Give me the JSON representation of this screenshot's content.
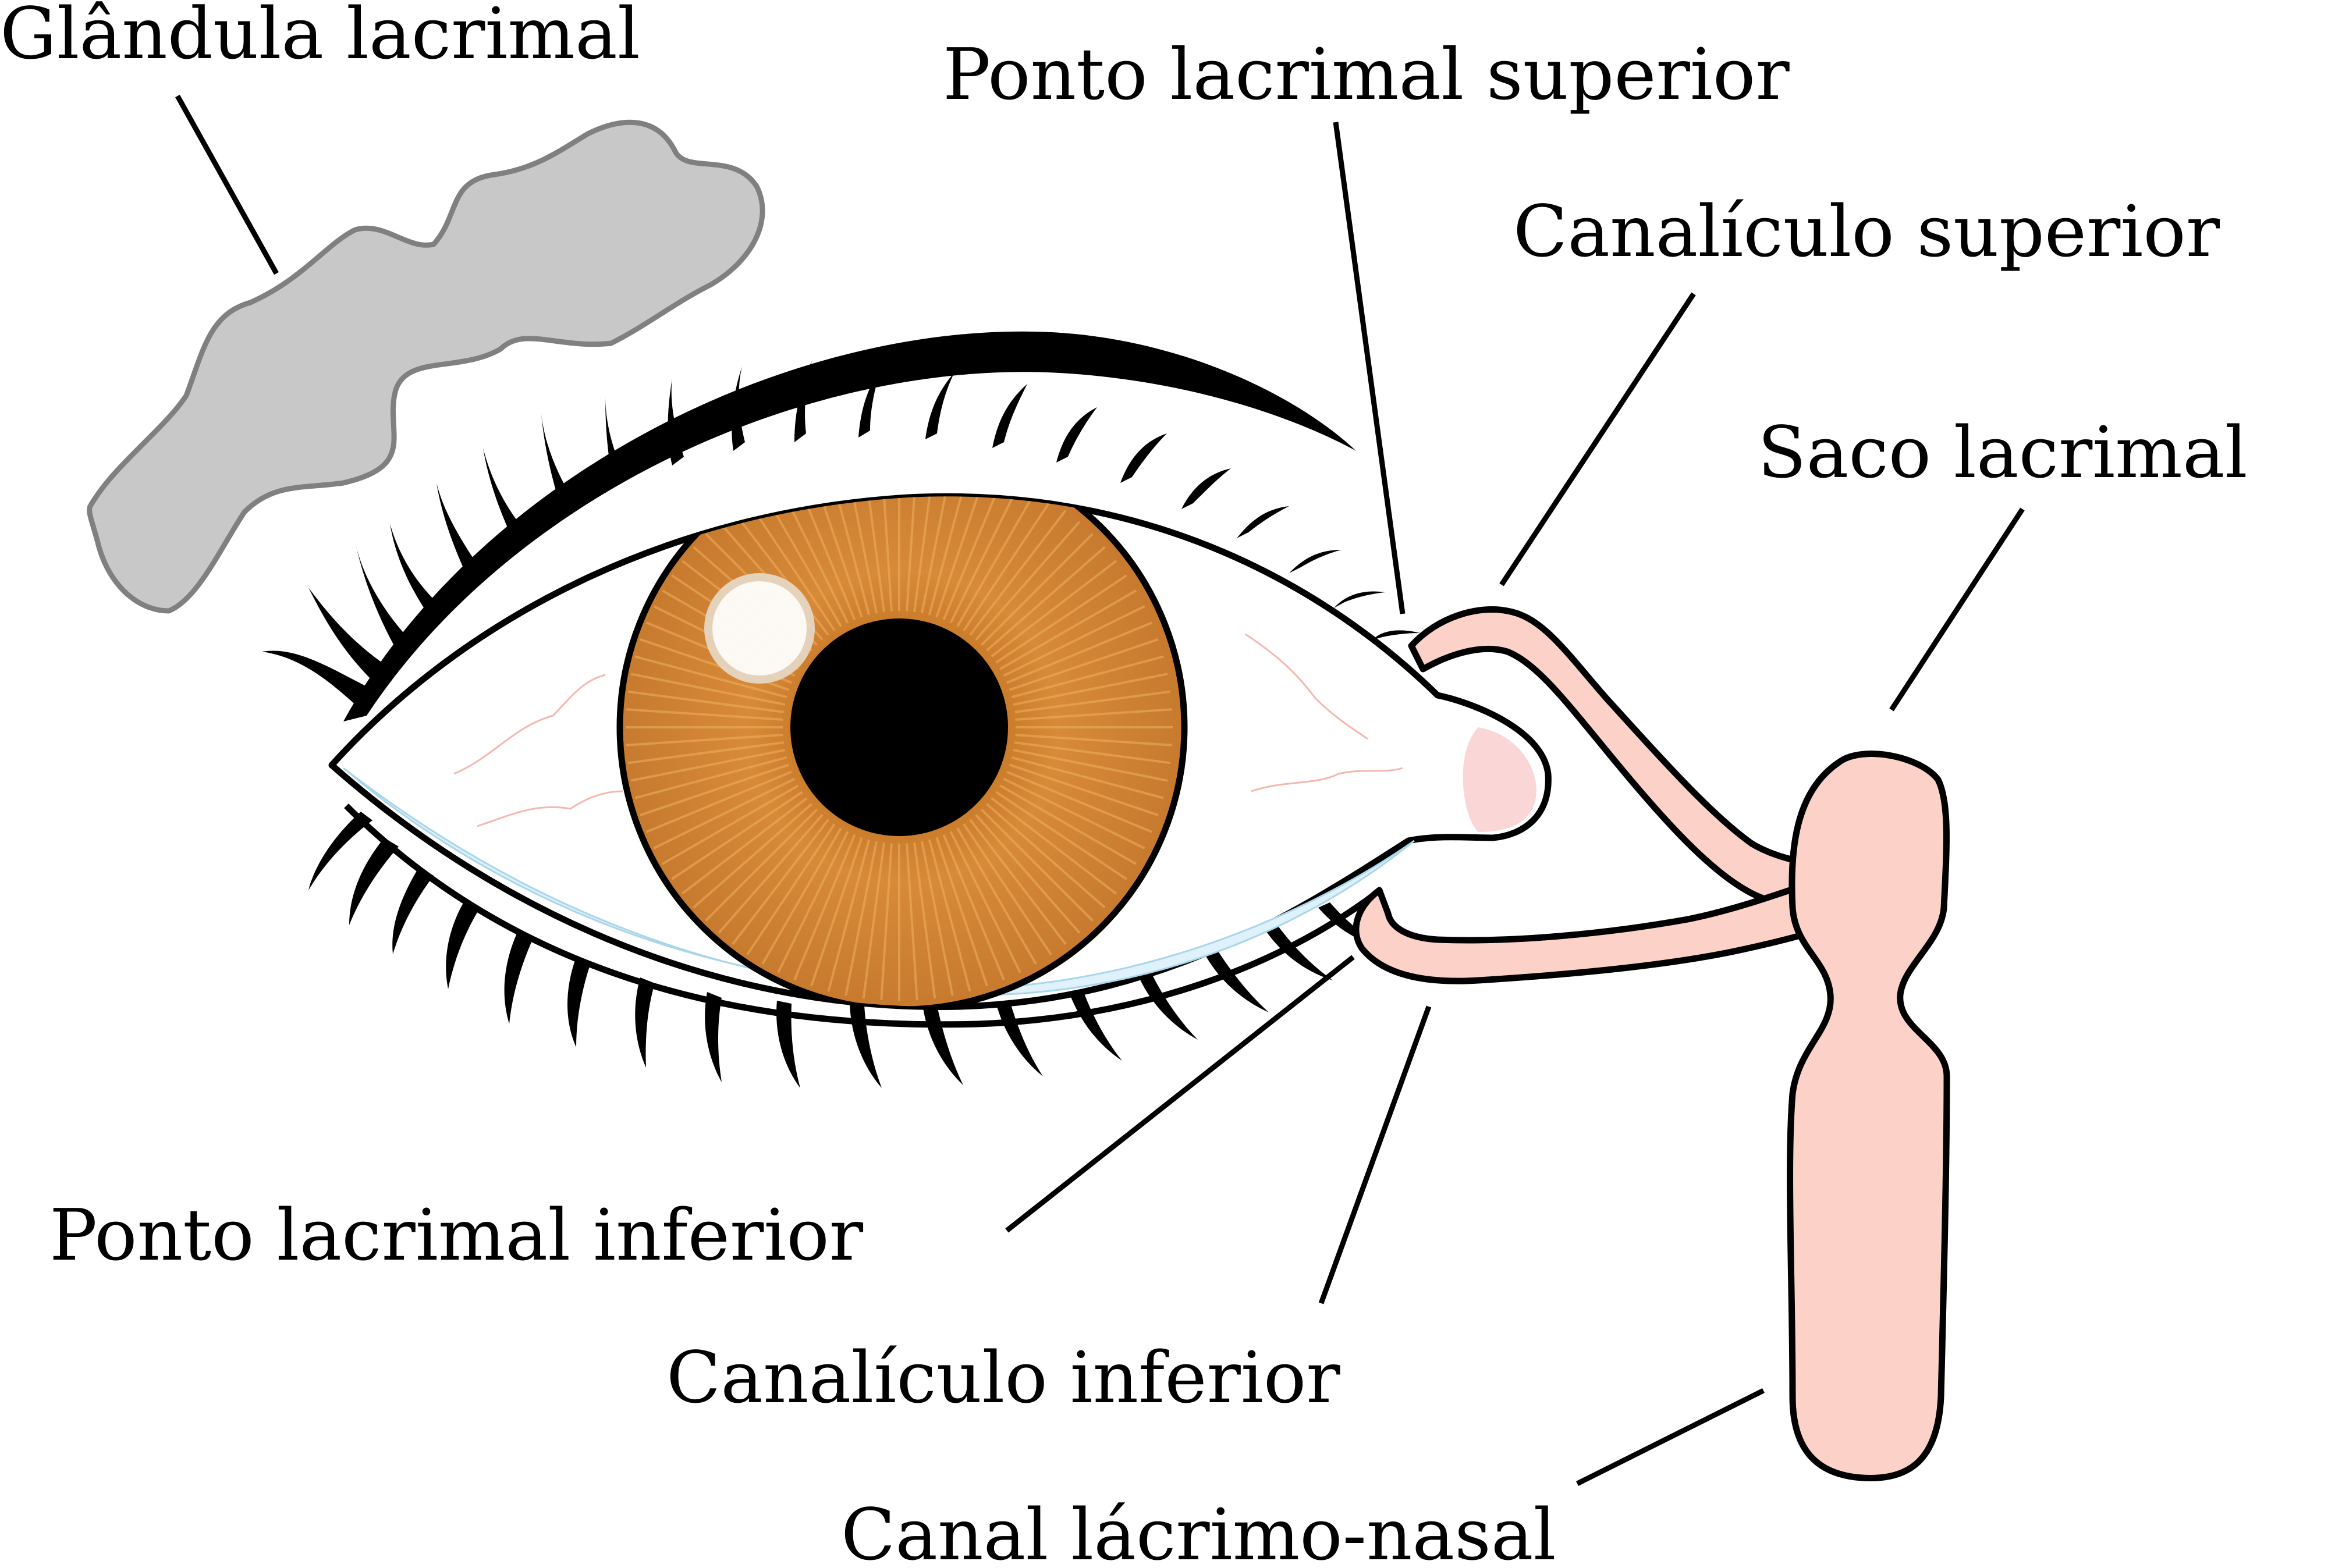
{
  "labels": {
    "lacrimal_gland": "Glândula lacrimal",
    "superior_punctum": "Ponto lacrimal superior",
    "superior_canaliculus": "Canalículo superior",
    "lacrimal_sac": "Saco lacrimal",
    "inferior_punctum": "Ponto lacrimal inferior",
    "inferior_canaliculus": "Canalículo inferior",
    "nasolacrimal_duct": "Canal lácrimo-nasal"
  },
  "colors": {
    "gland_fill": "#c8c8c8",
    "gland_stroke": "#808080",
    "iris": "#c87a30",
    "iris_light": "#e8a050",
    "pupil": "#000000",
    "duct_fill": "#fcd2c8",
    "sclera": "#ffffff",
    "tear_film": "#dff1fa",
    "caruncle": "#f9d0cf"
  }
}
